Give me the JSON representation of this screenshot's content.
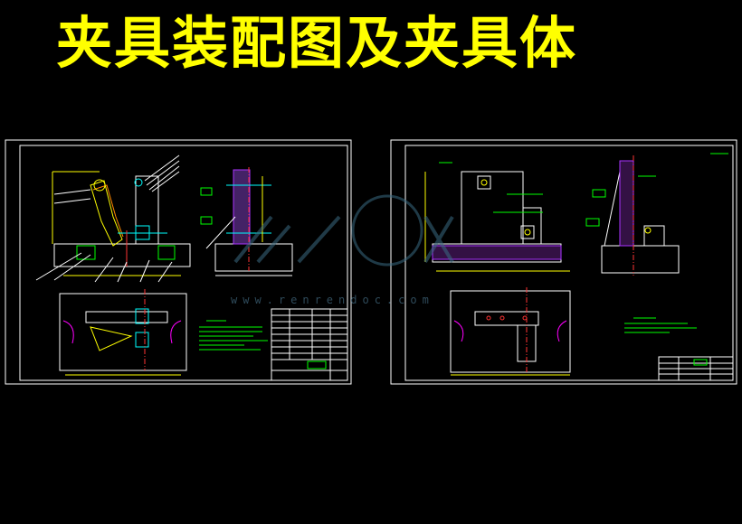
{
  "title": "夹具装配图及夹具体",
  "colors": {
    "title": "#ffff00",
    "frame": "#ffffff",
    "cyan": "#00ffff",
    "green": "#00ff00",
    "yellow": "#ffff00",
    "magenta": "#ff00ff",
    "red": "#ff3333",
    "hatch": "#aa33ff"
  },
  "watermark": {
    "url": "www.renrendoc.com"
  },
  "sheets": [
    {
      "name": "assembly-drawing"
    },
    {
      "name": "fixture-body-drawing"
    }
  ]
}
